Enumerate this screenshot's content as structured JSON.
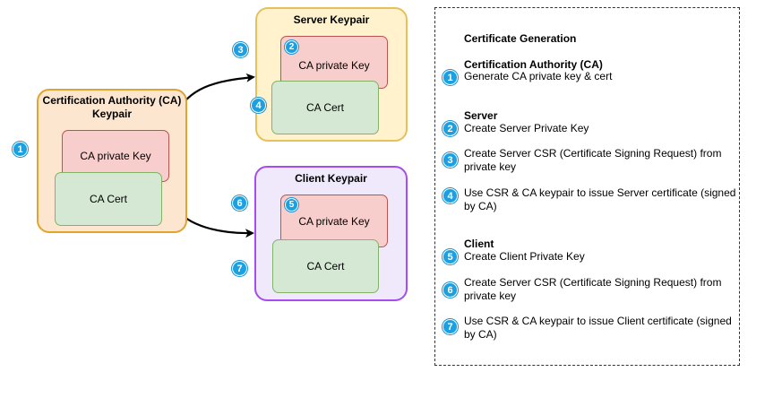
{
  "diagram": {
    "ca_keypair": {
      "step_badge": "1",
      "title_line1": "Certification Authority (CA)",
      "title_line2": "Keypair",
      "private_key_label": "CA private Key",
      "cert_label": "CA Cert"
    },
    "server_keypair": {
      "title": "Server Keypair",
      "container_badge": "3",
      "private_key_badge": "2",
      "private_key_label": "CA private Key",
      "cert_badge": "4",
      "cert_label": "CA Cert"
    },
    "client_keypair": {
      "title": "Client Keypair",
      "container_badge": "6",
      "private_key_badge": "5",
      "private_key_label": "CA private Key",
      "cert_badge": "7",
      "cert_label": "CA Cert"
    }
  },
  "legend": {
    "title": "Certificate Generation",
    "sections": [
      {
        "heading": "Certification Authority (CA)",
        "steps": [
          {
            "badge": "1",
            "line1": "Generate CA private key & cert",
            "line2": ""
          }
        ]
      },
      {
        "heading": "Server",
        "steps": [
          {
            "badge": "2",
            "line1": "Create Server Private Key",
            "line2": ""
          },
          {
            "badge": "3",
            "line1": "Create Server CSR (Certificate Signing Request) from",
            "line2": "private key"
          },
          {
            "badge": "4",
            "line1": "Use CSR & CA keypair to issue Server certificate (signed",
            "line2": "by CA)"
          }
        ]
      },
      {
        "heading": "Client",
        "steps": [
          {
            "badge": "5",
            "line1": "Create Client Private Key",
            "line2": ""
          },
          {
            "badge": "6",
            "line1": "Create Server CSR (Certificate Signing Request) from",
            "line2": "private key"
          },
          {
            "badge": "7",
            "line1": "Use CSR & CA keypair to issue Client certificate (signed",
            "line2": "by CA)"
          }
        ]
      }
    ]
  },
  "colors": {
    "badge": "#1ba1e2",
    "ca_fill": "#fde6cf",
    "ca_border": "#e3a32f",
    "server_fill": "#fff2cc",
    "server_border": "#e6c15b",
    "client_fill": "#efe9fb",
    "client_border": "#a64cf0",
    "key_fill": "#f8cecc",
    "key_border": "#b85450",
    "cert_fill": "#d5e8d4",
    "cert_border": "#82b366"
  }
}
